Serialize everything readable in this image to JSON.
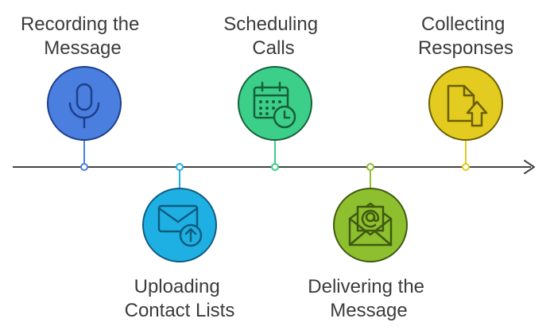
{
  "steps": [
    {
      "id": "recording",
      "lines": [
        "Recording the",
        "Message"
      ],
      "color": "#4a7fe0",
      "dark": "#1e3f8a",
      "icon": "microphone-icon",
      "side": "top"
    },
    {
      "id": "uploading",
      "lines": [
        "Uploading",
        "Contact Lists"
      ],
      "color": "#1fb0e3",
      "dark": "#0d5c80",
      "icon": "envelope-upload-icon",
      "side": "bottom"
    },
    {
      "id": "scheduling",
      "lines": [
        "Scheduling",
        "Calls"
      ],
      "color": "#3ccf8a",
      "dark": "#17603c",
      "icon": "calendar-clock-icon",
      "side": "top"
    },
    {
      "id": "delivering",
      "lines": [
        "Delivering the",
        "Message"
      ],
      "color": "#8dbf2e",
      "dark": "#3f5a10",
      "icon": "email-open-icon",
      "side": "bottom"
    },
    {
      "id": "collecting",
      "lines": [
        "Collecting",
        "Responses"
      ],
      "color": "#e3cc1f",
      "dark": "#6b5e06",
      "icon": "file-upload-icon",
      "side": "top"
    }
  ],
  "axis_color": "#444444"
}
